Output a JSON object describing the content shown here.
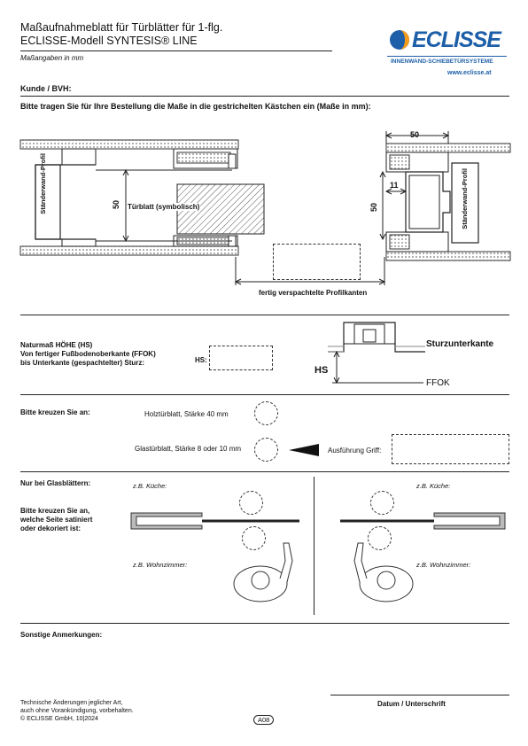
{
  "header": {
    "title_line1": "Maßaufnahmeblatt für Türblätter für 1-flg.",
    "title_line2": "ECLISSE-Modell SYNTESIS® LINE",
    "subtitle": "Maßangaben in mm",
    "logo_text": "ECLISSE",
    "logo_tagline": "INNENWAND-SCHIEBETÜRSYSTEME",
    "website": "www.eclisse.at"
  },
  "customer": {
    "label": "Kunde / BVH:"
  },
  "instruction": "Bitte tragen Sie für Ihre Bestellung die Maße in die gestrichelten Kästchen ein (Maße in mm):",
  "drawing1": {
    "wall_profile_left": "Ständerwand-Profil",
    "wall_profile_right": "Ständerwand-Profil",
    "door_leaf": "Türblatt (symbolisch)",
    "dim_50_left": "50",
    "dim_50_right_v": "50",
    "dim_50_top": "50",
    "dim_11": "11",
    "finished_edges": "fertig verspachtelte Profilkanten"
  },
  "height_section": {
    "label_line1": "Naturmaß HÖHE (HS)",
    "label_line2": "Von fertiger Fußbodenoberkante (FFOK)",
    "label_line3": "bis Unterkante (gespachtelter) Sturz:",
    "hs_prefix": "HS:",
    "hs_value": "",
    "sturz": "Sturzunterkante",
    "hs": "HS",
    "ffok": "FFOK"
  },
  "choose_section": {
    "label": "Bitte kreuzen Sie an:",
    "option_wood": "Holztürblatt, Stärke 40 mm",
    "option_glass": "Glastürblatt, Stärke 8 oder 10 mm",
    "handle_label": "Ausführung Griff:",
    "handle_value": ""
  },
  "glass_section": {
    "label": "Nur bei Glasblättern:",
    "instr_line1": "Bitte kreuzen Sie an,",
    "instr_line2": "welche Seite satiniert",
    "instr_line3": "oder dekoriert ist:",
    "left_kitchen": "z.B. Küche:",
    "left_living": "z.B. Wohnzimmer:",
    "right_kitchen": "z.B. Küche:",
    "right_living": "z.B. Wohnzimmer:"
  },
  "remarks": {
    "label": "Sonstige Anmerkungen:"
  },
  "footer": {
    "line1": "Technische Änderungen jeglicher Art,",
    "line2": "auch ohne Vorankündigung, vorbehalten.",
    "line3": "© ECLISSE GmbH, 10|2024",
    "code": "A08",
    "signature": "Datum / Unterschrift"
  },
  "colors": {
    "brand_blue": "#1d5fa8",
    "brand_orange": "#f29b1d"
  }
}
